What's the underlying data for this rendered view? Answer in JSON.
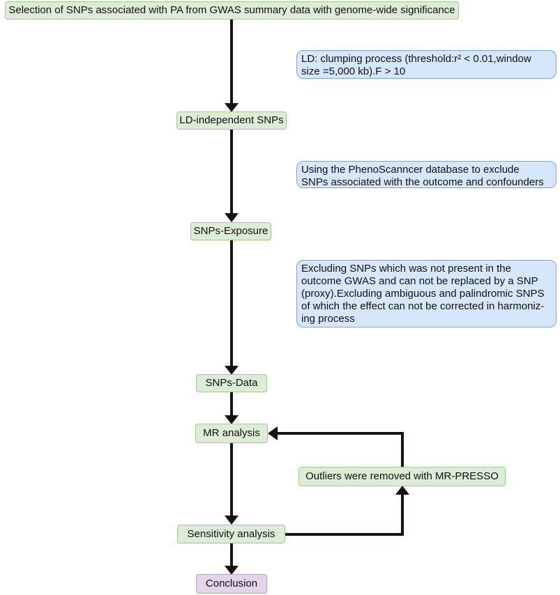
{
  "steps": {
    "selection": "Selection of SNPs associated with PA from GWAS summary data with genome-wide significance",
    "ld_independent": "LD-independent SNPs",
    "exposure": "SNPs-Exposure",
    "data": "SNPs-Data",
    "mr_analysis": "MR analysis",
    "outliers": "Outliers were removed with MR-PRESSO",
    "sensitivity": "Sensitivity analysis",
    "conclusion": "Conclusion"
  },
  "notes": {
    "ld_clumping": "LD: clumping process (threshold:r² < 0.01,window\nsize =5,000 kb).F > 10",
    "phenoscanner": "Using the PhenoScanncer database to exclude\nSNPs associated with the outcome and confounders",
    "excluding": "Excluding SNPs which was not present in the\noutcome GWAS and can not be replaced by a SNP\n(proxy).Excluding ambiguous and palindromic SNPS\nof which the effect can not be corrected in harmoniz-\ning process"
  },
  "colors": {
    "step_fill": "#dcecd6",
    "step_border": "#9ccb8e",
    "note_fill": "#d6e6fb",
    "note_border": "#7aa6e0",
    "conclusion_fill": "#e3d4ea",
    "arrow": "#1a1212"
  }
}
